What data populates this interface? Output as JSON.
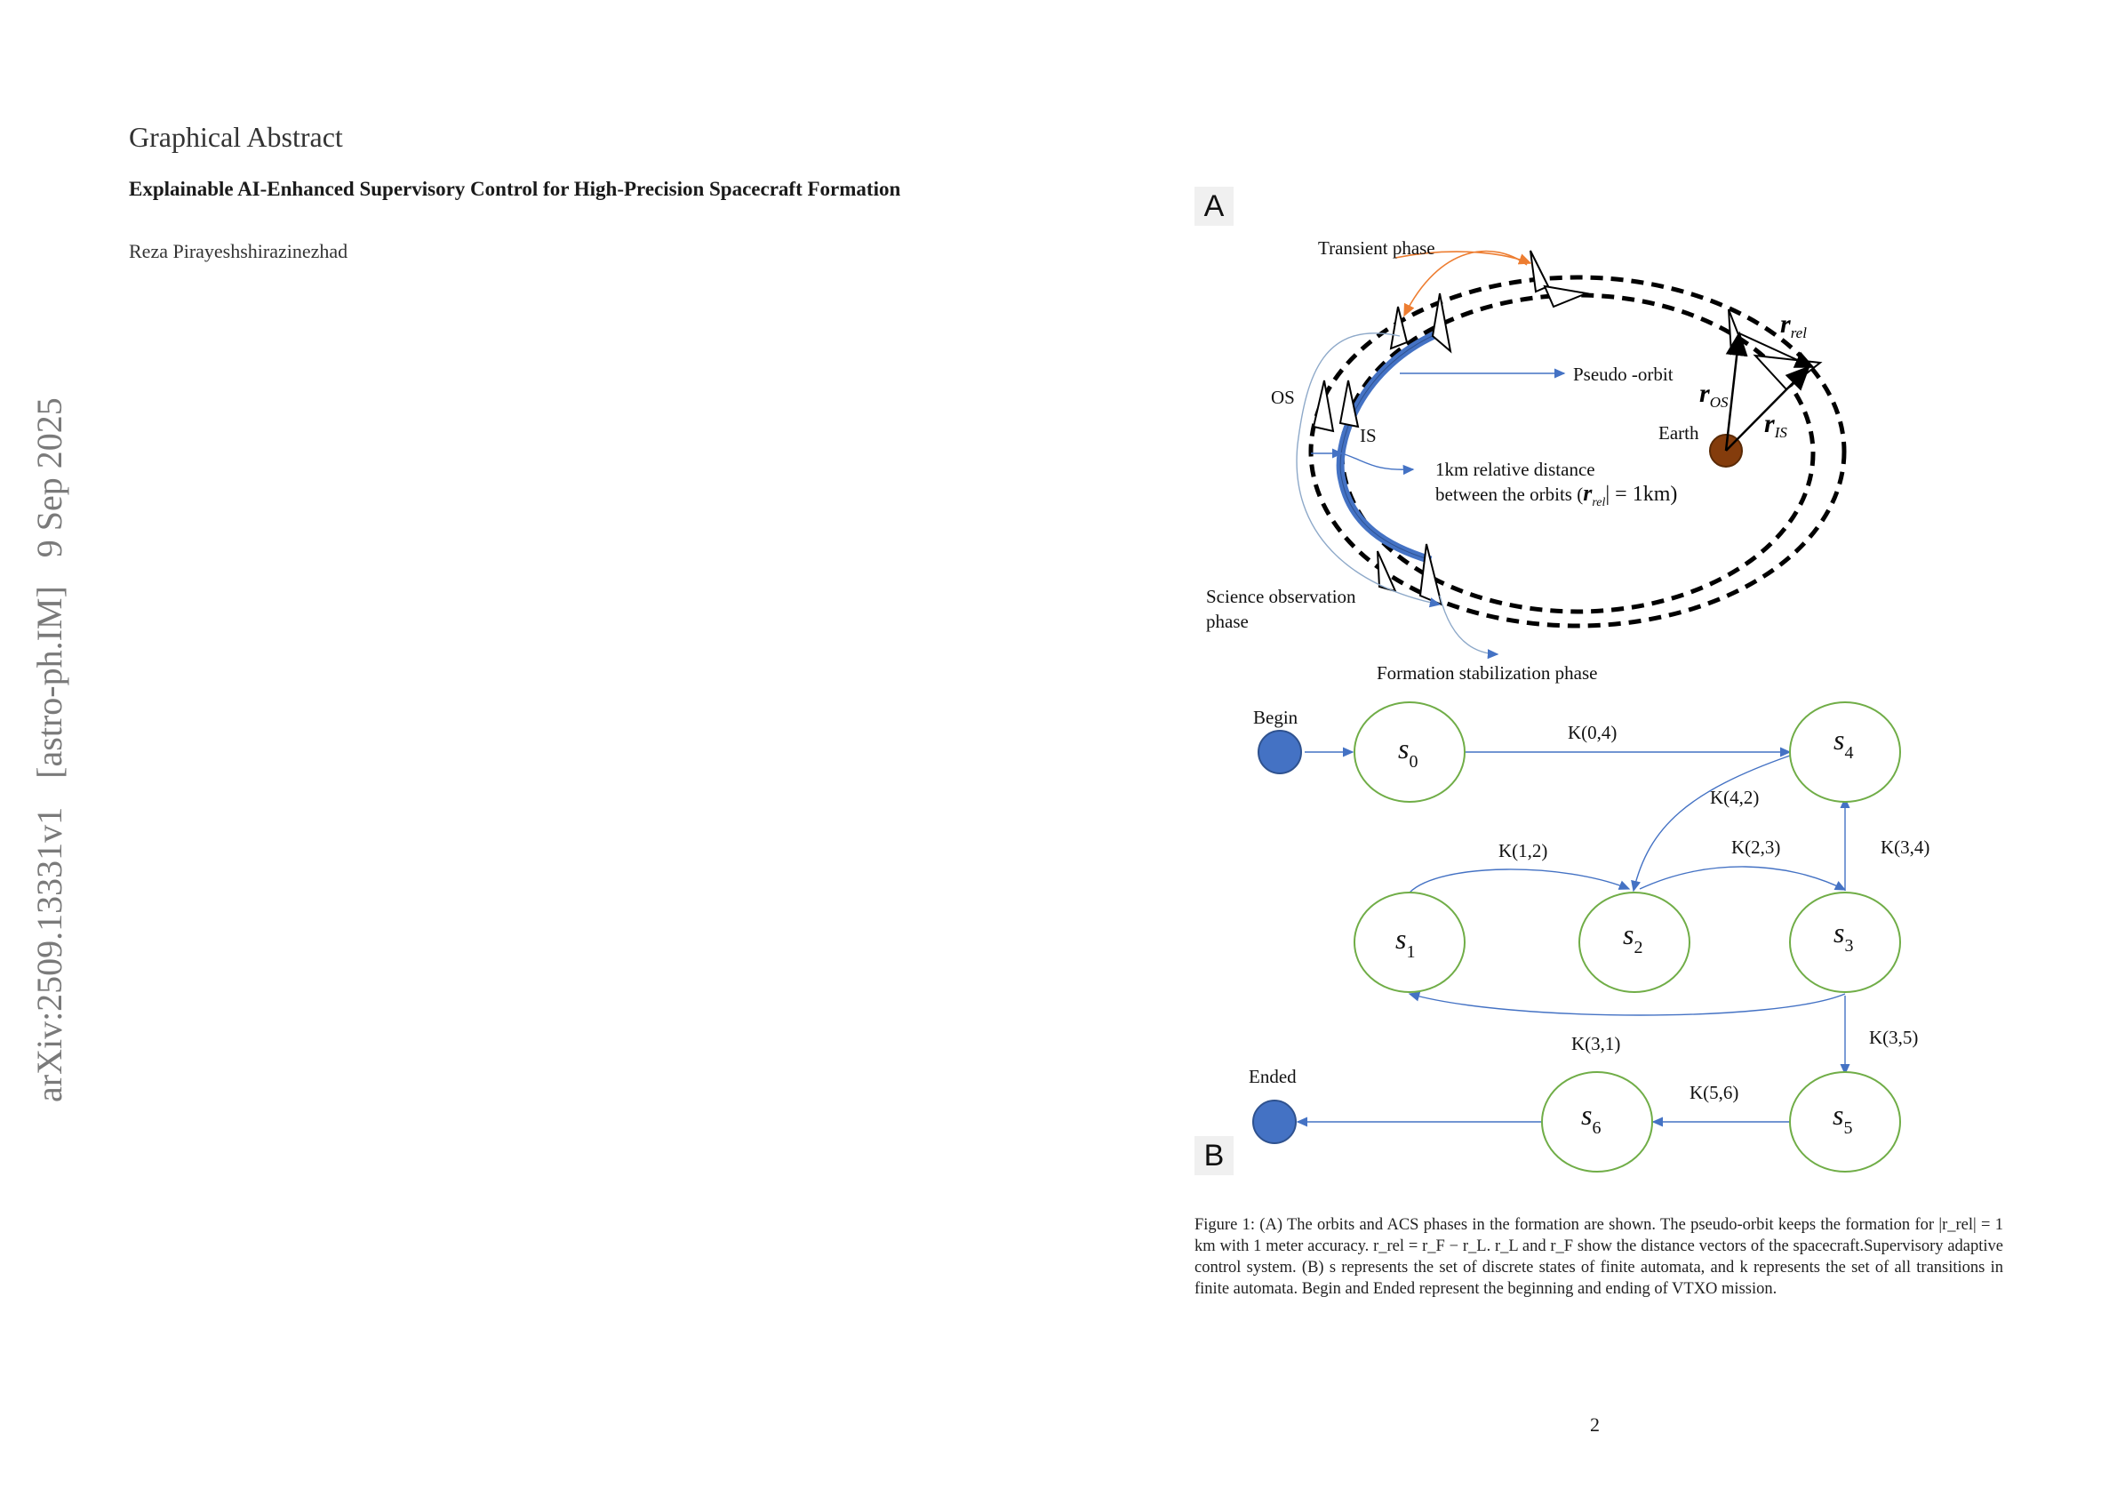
{
  "arxiv": {
    "id": "arXiv:2509.13331v1",
    "category": "[astro-ph.IM]",
    "date": "9 Sep 2025"
  },
  "header": {
    "section": "Graphical Abstract",
    "title": "Explainable AI-Enhanced Supervisory Control for High-Precision Spacecraft Formation",
    "author": "Reza Pirayeshshirazinezhad"
  },
  "figure": {
    "panel_a": {
      "label": "A",
      "transient": "Transient phase",
      "pseudo_orbit": "Pseudo -orbit",
      "os": "OS",
      "is": "IS",
      "earth": "Earth",
      "distance_line1": "1km relative distance",
      "distance_line2": "between the orbits (",
      "distance_eq": "| = 1km)",
      "science_line1": "Science  observation",
      "science_line2": "phase",
      "stabilization": "Formation stabilization phase",
      "r_rel": "r",
      "r_rel_sub": "rel",
      "r_os": "r",
      "r_os_sub": "OS",
      "r_is": "r",
      "r_is_sub": "IS",
      "colors": {
        "orbit_arc": "#4472c4",
        "earth": "#843c0c",
        "arrow": "#4472c4",
        "transient_arrow": "#ed7d31"
      }
    },
    "panel_b": {
      "label": "B",
      "begin": "Begin",
      "ended": "Ended",
      "states": [
        {
          "name": "s",
          "sub": "0"
        },
        {
          "name": "s",
          "sub": "1"
        },
        {
          "name": "s",
          "sub": "2"
        },
        {
          "name": "s",
          "sub": "3"
        },
        {
          "name": "s",
          "sub": "4"
        },
        {
          "name": "s",
          "sub": "5"
        },
        {
          "name": "s",
          "sub": "6"
        }
      ],
      "transitions": {
        "k04": "K(0,4)",
        "k42": "K(4,2)",
        "k12": "K(1,2)",
        "k23": "K(2,3)",
        "k34": "K(3,4)",
        "k31": "K(3,1)",
        "k35": "K(3,5)",
        "k56": "K(5,6)"
      },
      "colors": {
        "state_border": "#70ad47",
        "terminal": "#4472c4",
        "arrow": "#4472c4"
      }
    },
    "caption": "Figure 1: (A) The orbits and ACS phases in the formation are shown. The pseudo-orbit keeps the formation for |r_rel| = 1 km with 1 meter accuracy. r_rel = r_F − r_L. r_L and r_F show the distance vectors of the spacecraft.Supervisory adaptive control system. (B) s represents the set of discrete states of finite automata, and k represents the set of all transitions in finite automata. Begin and Ended represent the beginning and ending of VTXO mission."
  },
  "page_number": "2"
}
